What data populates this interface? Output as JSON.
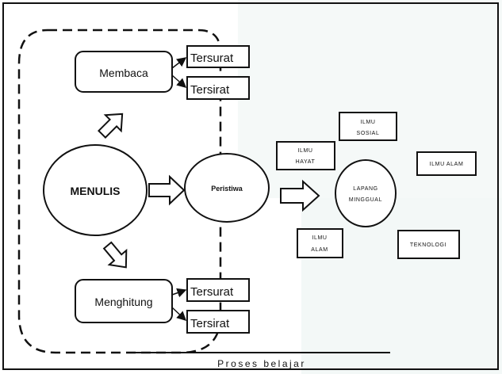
{
  "left_cluster": {
    "membaca": "Membaca",
    "menulis": "MENULIS",
    "menghitung": "Menghitung",
    "tersurat_top": "Tersurat",
    "tersirat_top": "Tersirat",
    "tersurat_bottom": "Tersurat",
    "tersirat_bottom": "Tersirat"
  },
  "center": {
    "peristiwa": "Peristiwa"
  },
  "right_cluster": {
    "wilayah_line1": "ILMU",
    "wilayah_line2": "SOSIAL",
    "ilmu_hayat_line1": "ILMU",
    "ilmu_hayat_line2": "HAYAT",
    "ilmu_alam": "ILMU ALAM",
    "ilmu_agama_line1": "ILMU",
    "ilmu_agama_line2": "ALAM",
    "teknologi": "TEKNOLOGI",
    "center_line1": "LAPANG",
    "center_line2": "MINGGUAL"
  },
  "footer": {
    "caption": "Proses belajar"
  },
  "colors": {
    "watermark": "#eef5f3",
    "stroke": "#111111"
  }
}
